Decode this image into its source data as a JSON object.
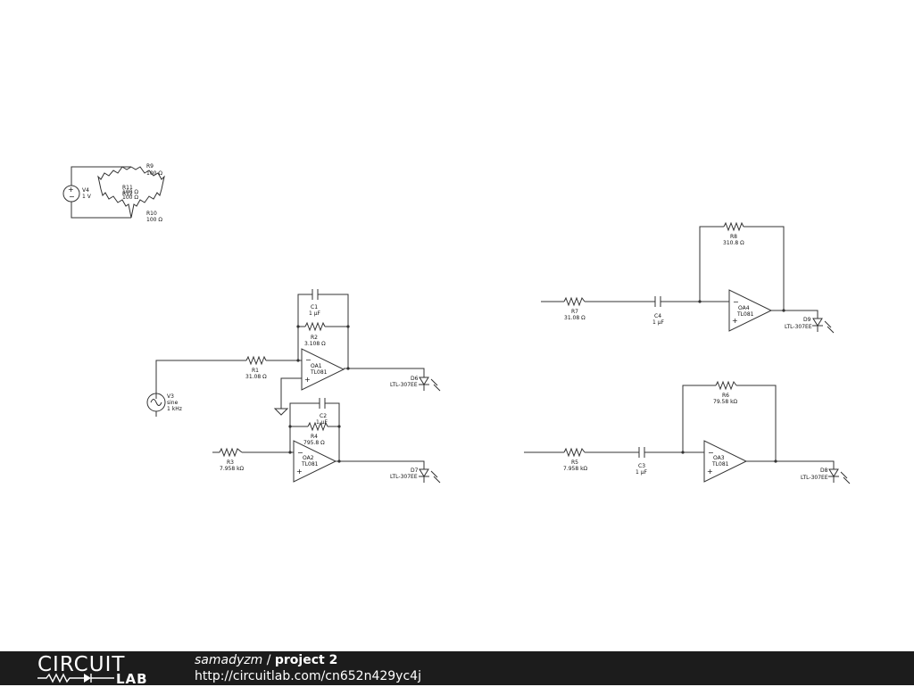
{
  "components": {
    "V4": {
      "ref": "V4",
      "value": "1 V"
    },
    "R9": {
      "ref": "R9",
      "value": "100 Ω"
    },
    "R10": {
      "ref": "R10",
      "value": "100 Ω"
    },
    "R11": {
      "ref": "R11",
      "value": "100 Ω"
    },
    "R12": {
      "ref": "R12",
      "value": "100 Ω"
    },
    "C1": {
      "ref": "C1",
      "value": "1 µF"
    },
    "R2": {
      "ref": "R2",
      "value": "3.108 Ω"
    },
    "R1": {
      "ref": "R1",
      "value": "31.08 Ω"
    },
    "OA1": {
      "ref": "OA1",
      "value": "TL081"
    },
    "D6": {
      "ref": "D6",
      "value": "LTL-307EE"
    },
    "V3": {
      "ref": "V3",
      "line1": "sine",
      "line2": "1 kHz"
    },
    "C2": {
      "ref": "C2",
      "value": "1 µF"
    },
    "R4": {
      "ref": "R4",
      "value": "795.8 Ω"
    },
    "R3": {
      "ref": "R3",
      "value": "7.958 kΩ"
    },
    "OA2": {
      "ref": "OA2",
      "value": "TL081"
    },
    "D7": {
      "ref": "D7",
      "value": "LTL-307EE"
    },
    "R8": {
      "ref": "R8",
      "value": "310.8 Ω"
    },
    "R7": {
      "ref": "R7",
      "value": "31.08 Ω"
    },
    "C4": {
      "ref": "C4",
      "value": "1 µF"
    },
    "OA4": {
      "ref": "OA4",
      "value": "TL081"
    },
    "D9": {
      "ref": "D9",
      "value": "LTL-307EE"
    },
    "R6": {
      "ref": "R6",
      "value": "79.58 kΩ"
    },
    "R5": {
      "ref": "R5",
      "value": "7.958 kΩ"
    },
    "C3": {
      "ref": "C3",
      "value": "1 µF"
    },
    "OA3": {
      "ref": "OA3",
      "value": "TL081"
    },
    "D8": {
      "ref": "D8",
      "value": "LTL-307EE"
    }
  },
  "symbols": {
    "plus": "+",
    "minus": "−"
  },
  "footer": {
    "logo_word": "CIRCUIT",
    "logo_lab": "LAB",
    "user": "samadyzm",
    "separator": " / ",
    "project": "project 2",
    "url": "http://circuitlab.com/cn652n429yc4j"
  }
}
